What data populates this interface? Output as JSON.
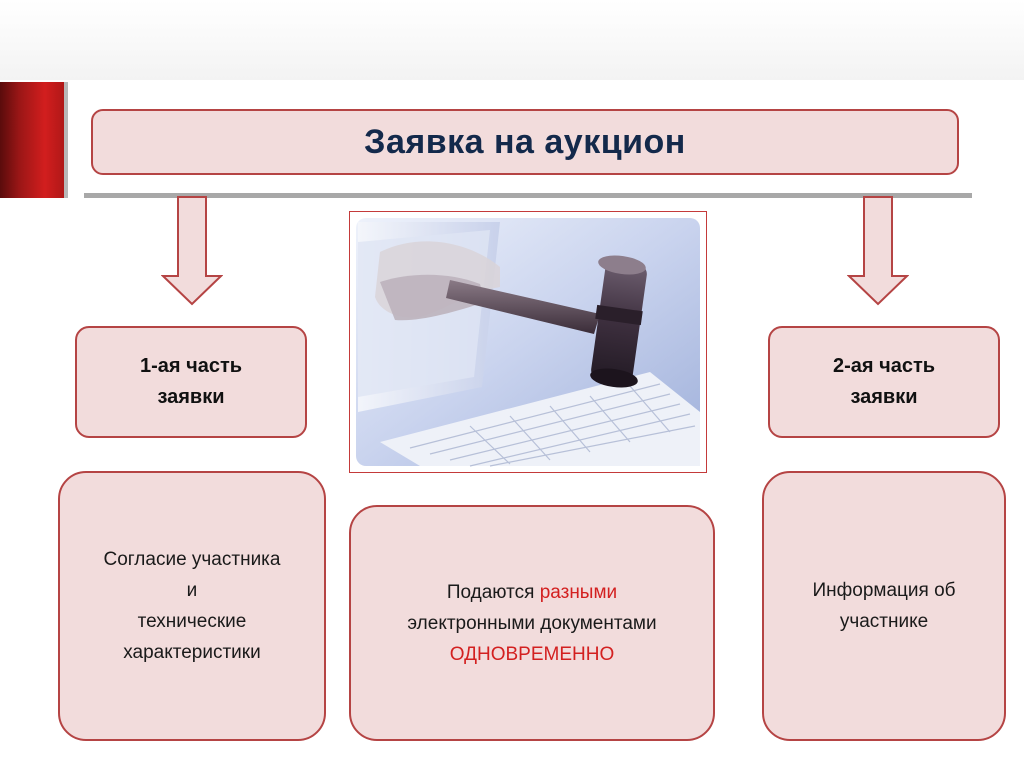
{
  "title": "Заявка на аукцион",
  "part1": {
    "line1": "1-ая часть",
    "line2": "заявки"
  },
  "part2": {
    "line1": "2-ая часть",
    "line2": "заявки"
  },
  "left_info": {
    "line1": "Согласие участника",
    "line2": "и",
    "line3": "технические",
    "line4": "характеристики"
  },
  "center_info": {
    "line1_plain": "Подаются ",
    "line1_red": "разными",
    "line2": "электронными документами",
    "line3_red": "ОДНОВРЕМЕННО"
  },
  "right_info": {
    "line1": "Информация об",
    "line2": "участнике"
  },
  "image": {
    "icon": "auction-gavel-keyboard-photo"
  },
  "colors": {
    "box_fill": "#f2dcdc",
    "box_border": "#b54444",
    "title_text": "#13294b",
    "accent_red": "#d32020",
    "accent_bar": "#b01818"
  }
}
